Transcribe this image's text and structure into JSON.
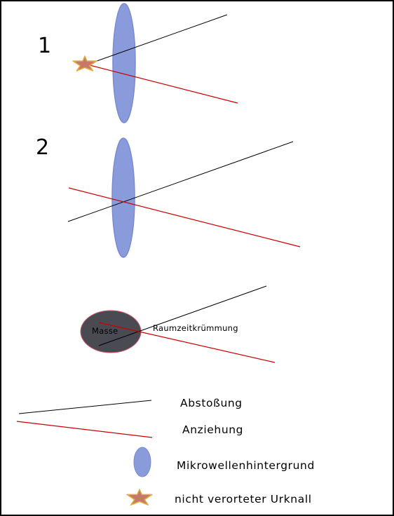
{
  "colors": {
    "background": "#ffffff",
    "frame": "#000000",
    "repulsion_line": "#000000",
    "attraction_line": "#cc0000",
    "cmb_fill": "#8a9bdb",
    "cmb_stroke": "#7a8bd0",
    "star_fill": "#c8786a",
    "star_stroke": "#e0b040",
    "mass_fill": "#4a4a52",
    "mass_stroke": "#cc5566"
  },
  "panels": {
    "first": {
      "number": "1"
    },
    "second": {
      "number": "2"
    },
    "third": {
      "mass_label": "Masse",
      "curvature_label": "Raumzeitkrümmung"
    }
  },
  "legend": {
    "repulsion": "Abstoßung",
    "attraction": "Anziehung",
    "cmb": "Mikrowellenhintergrund",
    "big_bang": "nicht verorteter Urknall"
  },
  "icons": {
    "star": "star-icon",
    "cmb_ellipse": "ellipse-icon"
  }
}
